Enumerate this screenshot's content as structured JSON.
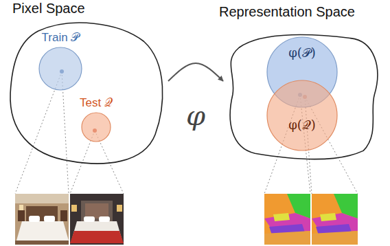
{
  "diagram": {
    "nodes": [
      {
        "text": [
          "Pixel Space"
        ]
      },
      {
        "text": [
          "Train 𝒫"
        ],
        "in": 0
      },
      {
        "text": [
          "Test 𝒬"
        ],
        "in": 0
      },
      {
        "text": [
          "Representation Space"
        ]
      },
      {
        "text": [
          "φ(𝒫)"
        ],
        "in": 3
      },
      {
        "text": [
          "φ(𝒬)"
        ],
        "in": 3
      }
    ],
    "edges": [
      {
        "from": 0,
        "to": 3,
        "label": "φ",
        "arrow": "to"
      }
    ]
  }
}
